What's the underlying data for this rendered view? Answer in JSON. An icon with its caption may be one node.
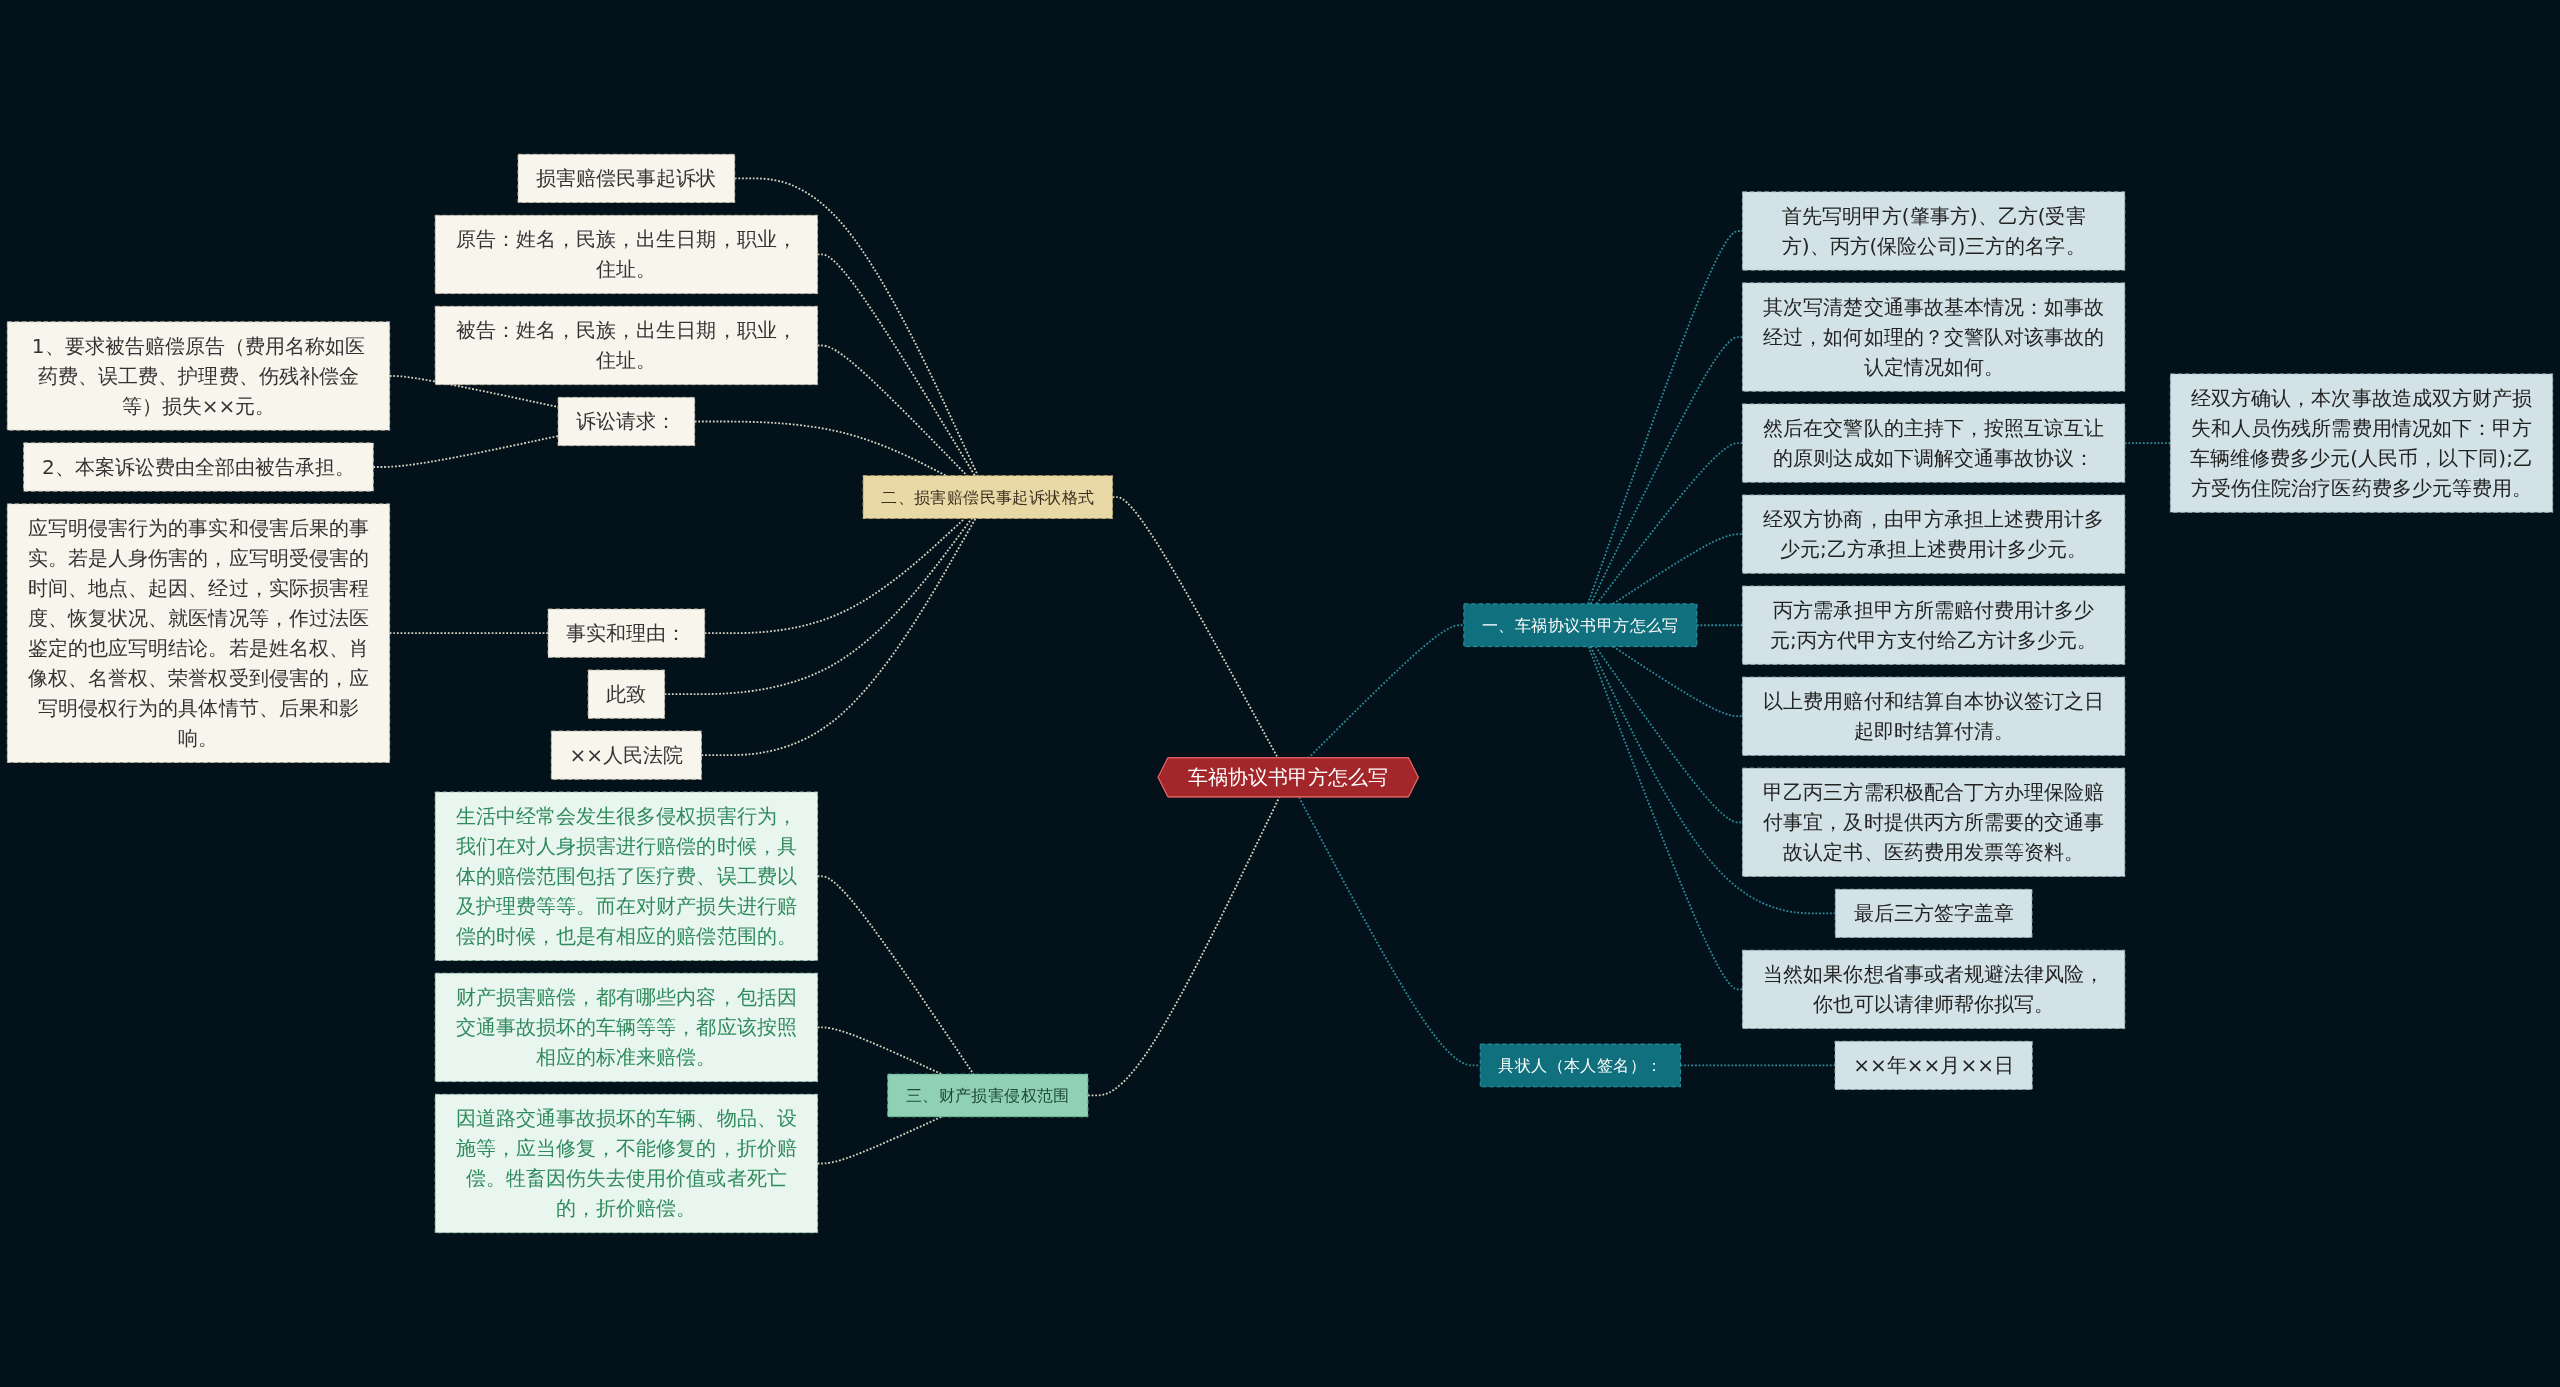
{
  "diagram": {
    "nodes": [
      {
        "text": [
          "车祸协议书甲方怎么写"
        ]
      },
      {
        "text": [
          "一、车祸协议书甲方怎么写"
        ]
      },
      {
        "text": [
          "首先写明甲方(肇事方)、乙方(受害方)、丙方(保险公司)三方的名字。"
        ]
      },
      {
        "text": [
          "其次写清楚交通事故基本情况：如事故经过，如何如理的？交警队对该事故的认定情况如何。"
        ]
      },
      {
        "text": [
          "然后在交警队的主持下，按照互谅互让的原则达成如下调解交通事故协议："
        ]
      },
      {
        "text": [
          "经双方确认，本次事故造成双方财产损失和人员伤残所需费用情况如下：甲方车辆维修费多少元(人民币，以下同);乙方受伤住院治疗医药费多少元等费用。"
        ]
      },
      {
        "text": [
          "经双方协商，由甲方承担上述费用计多少元;乙方承担上述费用计多少元。"
        ]
      },
      {
        "text": [
          "丙方需承担甲方所需赔付费用计多少元;丙方代甲方支付给乙方计多少元。"
        ]
      },
      {
        "text": [
          "以上费用赔付和结算自本协议签订之日起即时结算付清。"
        ]
      },
      {
        "text": [
          "甲乙丙三方需积极配合丁方办理保险赔付事宜，及时提供丙方所需要的交通事故认定书、医药费用发票等资料。"
        ]
      },
      {
        "text": [
          "最后三方签字盖章"
        ]
      },
      {
        "text": [
          "当然如果你想省事或者规避法律风险，你也可以请律师帮你拟写。"
        ]
      },
      {
        "text": [
          "具状人（本人签名）："
        ]
      },
      {
        "text": [
          "××年××月××日"
        ]
      },
      {
        "text": [
          "二、损害赔偿民事起诉状格式"
        ]
      },
      {
        "text": [
          "损害赔偿民事起诉状"
        ]
      },
      {
        "text": [
          "原告：姓名，民族，出生日期，职业，住址。"
        ]
      },
      {
        "text": [
          "被告：姓名，民族，出生日期，职业，住址。"
        ]
      },
      {
        "text": [
          "诉讼请求："
        ]
      },
      {
        "text": [
          "1、要求被告赔偿原告（费用名称如医药费、误工费、护理费、伤残补偿金等）损失××元。"
        ]
      },
      {
        "text": [
          "2、本案诉讼费由全部由被告承担。"
        ]
      },
      {
        "text": [
          "事实和理由："
        ]
      },
      {
        "text": [
          "应写明侵害行为的事实和侵害后果的事实。若是人身伤害的，应写明受侵害的时间、地点、起因、经过，实际损害程度、恢复状况、就医情况等，作过法医鉴定的也应写明结论。若是姓名权、肖像权、名誉权、荣誉权受到侵害的，应写明侵权行为的具体情节、后果和影响。"
        ]
      },
      {
        "text": [
          "此致"
        ]
      },
      {
        "text": [
          "××人民法院"
        ]
      },
      {
        "text": [
          "三、财产损害侵权范围"
        ]
      },
      {
        "text": [
          "生活中经常会发生很多侵权损害行为，我们在对人身损害进行赔偿的时候，具体的赔偿范围包括了医疗费、误工费以及护理费等等。而在对财产损失进行赔偿的时候，也是有相应的赔偿范围的。"
        ]
      },
      {
        "text": [
          "财产损害赔偿，都有哪些内容，包括因交通事故损坏的车辆等等，都应该按照相应的标准来赔偿。"
        ]
      },
      {
        "text": [
          "因道路交通事故损坏的车辆、物品、设施等，应当修复，不能修复的，折价赔偿。牲畜因伤失去使用价值或者死亡的，折价赔偿。"
        ]
      }
    ],
    "edges": [
      {
        "from": 0,
        "to": 1,
        "arrow": "none",
        "style": "dashed",
        "color": "#2b8a99"
      },
      {
        "from": 1,
        "to": 2,
        "arrow": "none",
        "style": "dashed",
        "color": "#2b8a99"
      },
      {
        "from": 1,
        "to": 3,
        "arrow": "none",
        "style": "dashed",
        "color": "#2b8a99"
      },
      {
        "from": 1,
        "to": 4,
        "arrow": "none",
        "style": "dashed",
        "color": "#2b8a99"
      },
      {
        "from": 4,
        "to": 5,
        "arrow": "none",
        "style": "dashed",
        "color": "#2b8a99"
      },
      {
        "from": 1,
        "to": 6,
        "arrow": "none",
        "style": "dashed",
        "color": "#2b8a99"
      },
      {
        "from": 1,
        "to": 7,
        "arrow": "none",
        "style": "dashed",
        "color": "#2b8a99"
      },
      {
        "from": 1,
        "to": 8,
        "arrow": "none",
        "style": "dashed",
        "color": "#2b8a99"
      },
      {
        "from": 1,
        "to": 9,
        "arrow": "none",
        "style": "dashed",
        "color": "#2b8a99"
      },
      {
        "from": 1,
        "to": 10,
        "arrow": "none",
        "style": "dashed",
        "color": "#2b8a99"
      },
      {
        "from": 1,
        "to": 11,
        "arrow": "none",
        "style": "dashed",
        "color": "#2b8a99"
      },
      {
        "from": 0,
        "to": 12,
        "arrow": "none",
        "style": "dashed",
        "color": "#2b8a99"
      },
      {
        "from": 12,
        "to": 13,
        "arrow": "none",
        "style": "dashed",
        "color": "#2b8a99"
      },
      {
        "from": 0,
        "to": 14,
        "arrow": "none",
        "style": "dashed"
      },
      {
        "from": 14,
        "to": 15,
        "arrow": "none",
        "style": "dashed"
      },
      {
        "from": 14,
        "to": 16,
        "arrow": "none",
        "style": "dashed"
      },
      {
        "from": 14,
        "to": 17,
        "arrow": "none",
        "style": "dashed"
      },
      {
        "from": 14,
        "to": 18,
        "arrow": "none",
        "style": "dashed"
      },
      {
        "from": 18,
        "to": 19,
        "arrow": "none",
        "style": "dashed"
      },
      {
        "from": 18,
        "to": 20,
        "arrow": "none",
        "style": "dashed"
      },
      {
        "from": 14,
        "to": 21,
        "arrow": "none",
        "style": "dashed"
      },
      {
        "from": 21,
        "to": 22,
        "arrow": "none",
        "style": "dashed"
      },
      {
        "from": 14,
        "to": 23,
        "arrow": "none",
        "style": "dashed"
      },
      {
        "from": 14,
        "to": 24,
        "arrow": "none",
        "style": "dashed"
      },
      {
        "from": 0,
        "to": 25,
        "arrow": "none",
        "style": "dashed"
      },
      {
        "from": 25,
        "to": 26,
        "arrow": "none",
        "style": "dashed"
      },
      {
        "from": 25,
        "to": 27,
        "arrow": "none",
        "style": "dashed"
      },
      {
        "from": 25,
        "to": 28,
        "arrow": "none",
        "style": "dashed"
      }
    ]
  }
}
